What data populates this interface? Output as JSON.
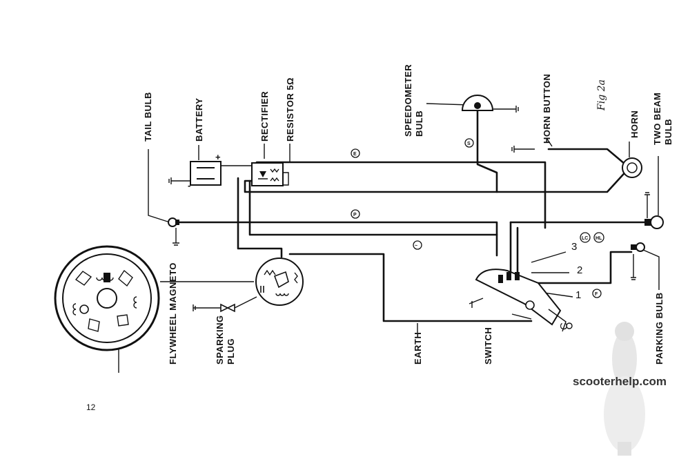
{
  "figure_label": "Fig 2a",
  "page_number": "12",
  "watermark": "scooterhelp.com",
  "components": {
    "tail_bulb": "TAIL BULB",
    "battery": "BATTERY",
    "rectifier": "RECTIFIER",
    "resistor": "RESISTOR 5Ω",
    "speedometer_bulb_1": "SPEEDOMETER",
    "speedometer_bulb_2": "BULB",
    "horn_button": "HORN BUTTON",
    "horn": "HORN",
    "two_beam_bulb_1": "TWO BEAM",
    "two_beam_bulb_2": "BULB",
    "flywheel_magneto": "FLYWHEEL MAGNETO",
    "sparking_plug_1": "SPARKING",
    "sparking_plug_2": "PLUG",
    "earth": "EARTH",
    "switch": "SWITCH",
    "parking_bulb": "PARKING BULB"
  },
  "wire_tags": {
    "e": "E",
    "p": "P",
    "s": "S",
    "lc": "LC",
    "hl": "HL",
    "f": "F",
    "tilde": "~"
  },
  "switch_positions": {
    "p3": "3",
    "p2": "2",
    "p1": "1",
    "c": "C"
  },
  "battery_signs": {
    "plus": "+",
    "minus": "-"
  },
  "colors": {
    "ink": "#111111",
    "paper": "#ffffff"
  }
}
